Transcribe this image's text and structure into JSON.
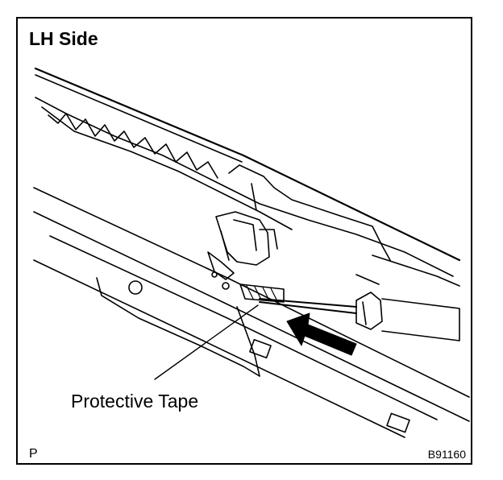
{
  "header": {
    "title": "LH Side"
  },
  "callouts": {
    "protective_tape": "Protective Tape"
  },
  "footer": {
    "left_code": "P",
    "figure_id": "B91160"
  },
  "colors": {
    "ink": "#000000",
    "paper": "#ffffff"
  }
}
